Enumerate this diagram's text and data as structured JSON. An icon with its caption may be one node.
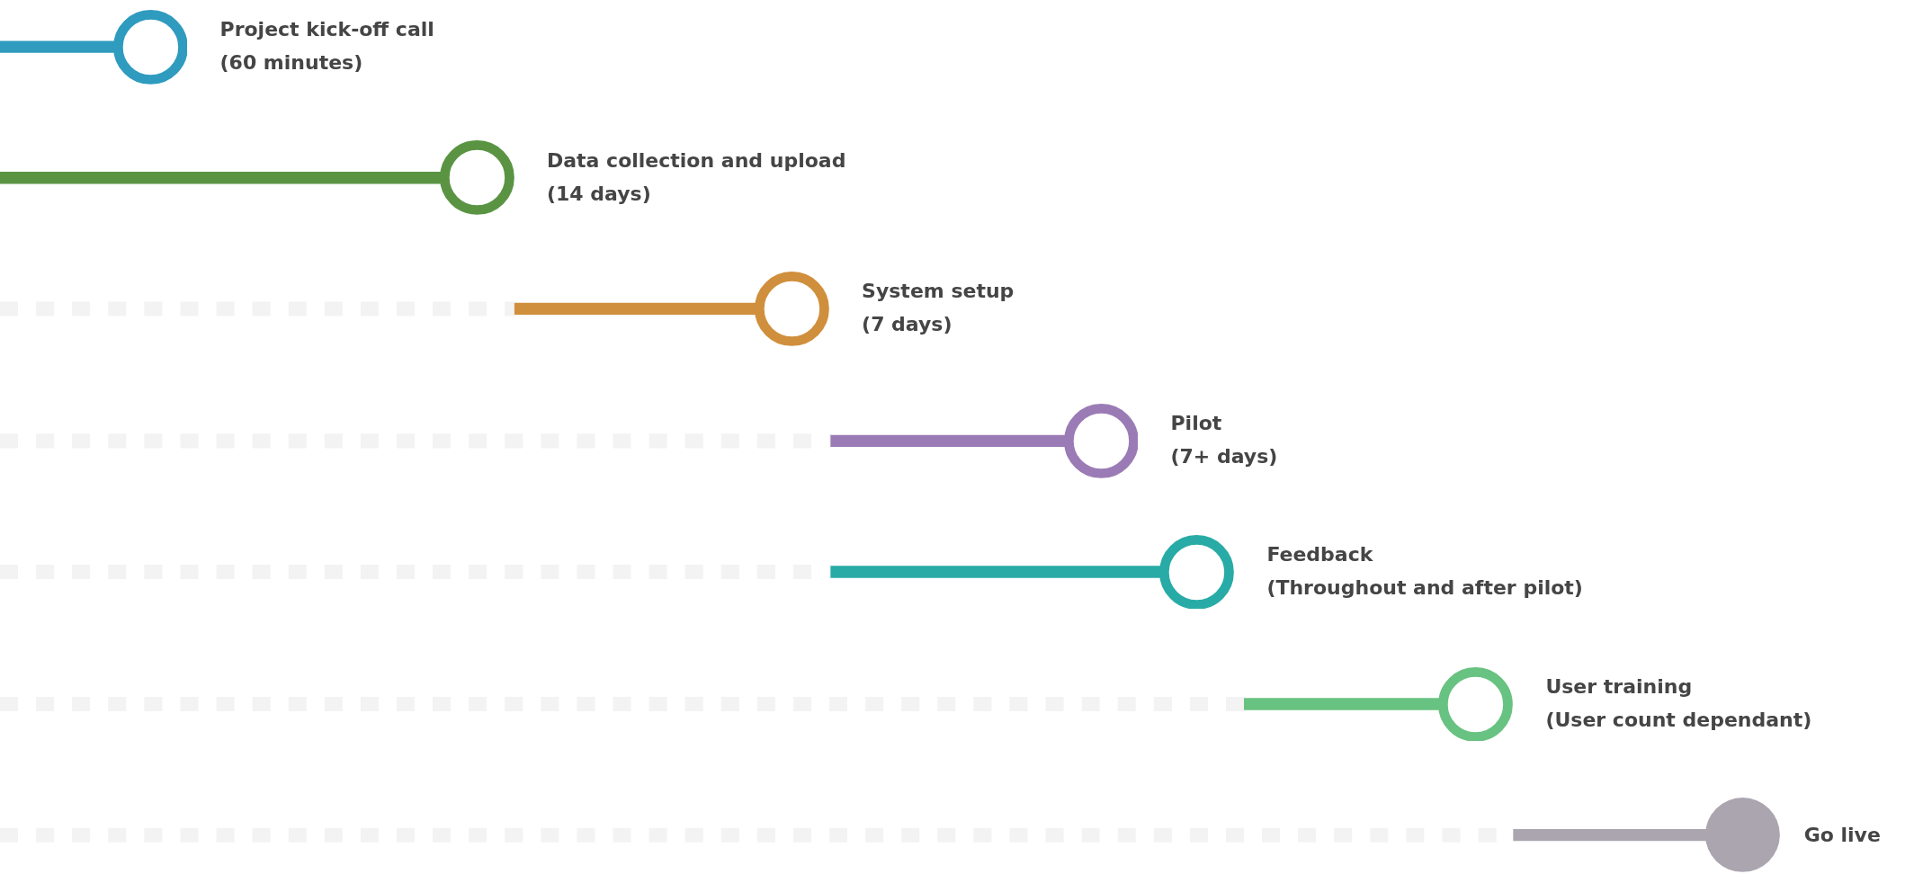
{
  "diagram": {
    "nodes": [
      {
        "text": [
          "Project kick-off call",
          "(60 minutes)"
        ]
      },
      {
        "text": [
          "Data collection and upload",
          "(14 days)"
        ]
      },
      {
        "text": [
          "System setup",
          "(7 days)"
        ]
      },
      {
        "text": [
          "Pilot",
          "(7+ days)"
        ]
      },
      {
        "text": [
          "Feedback",
          "(Throughout and after pilot)"
        ]
      },
      {
        "text": [
          "User training",
          "(User count dependant)"
        ]
      },
      {
        "text": [
          "Go live"
        ]
      }
    ],
    "edges": [
      {
        "from": null,
        "to": 0,
        "arrow": "none",
        "color": "#2f9bbf"
      },
      {
        "from": null,
        "to": 1,
        "arrow": "none",
        "color": "#5a9443"
      },
      {
        "from": null,
        "to": 2,
        "arrow": "none",
        "color": "#d08f3c"
      },
      {
        "from": null,
        "to": 3,
        "arrow": "none",
        "color": "#9b7bb5"
      },
      {
        "from": null,
        "to": 4,
        "arrow": "none",
        "color": "#28aba6"
      },
      {
        "from": null,
        "to": 5,
        "arrow": "none",
        "color": "#68c281"
      },
      {
        "from": null,
        "to": 6,
        "arrow": "none",
        "color": "#aba5b0"
      }
    ]
  }
}
